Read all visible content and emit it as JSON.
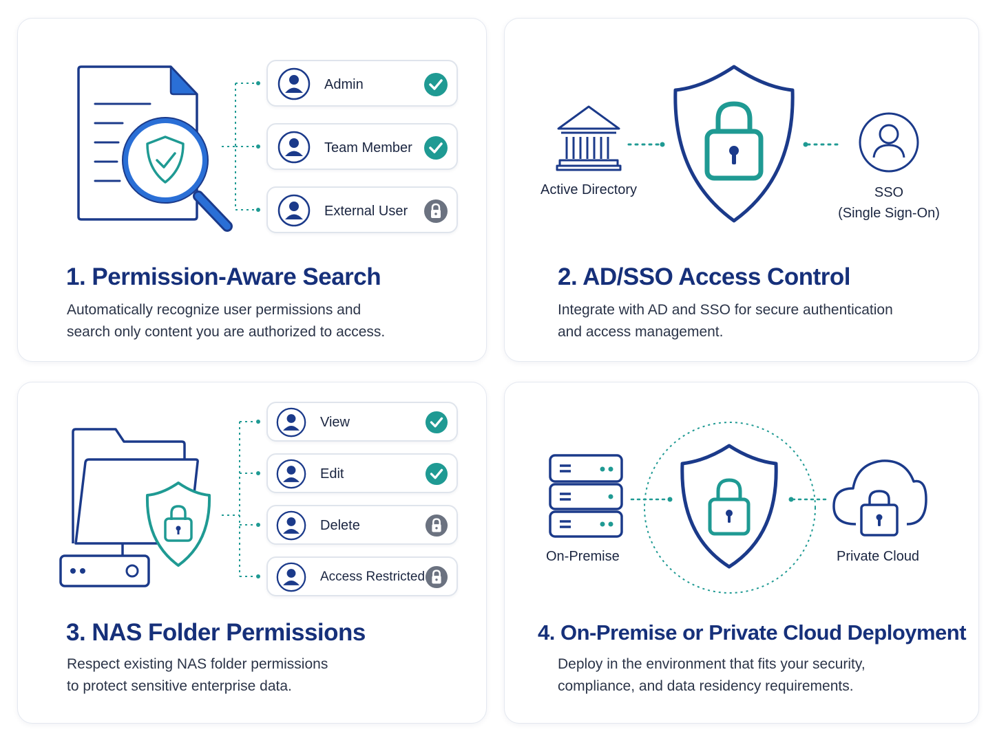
{
  "colors": {
    "navy": "#1b3a8a",
    "teal": "#1f9a93",
    "blue": "#2a6fd6",
    "gray": "#6b7280",
    "title": "#16307a"
  },
  "card1": {
    "title": "1. Permission-Aware Search",
    "desc_line1": "Automatically recognize user permissions and",
    "desc_line2": "search only content you are authorized to access.",
    "roles": [
      {
        "label": "Admin",
        "status_icon": "check-icon"
      },
      {
        "label": "Team Member",
        "status_icon": "check-icon"
      },
      {
        "label": "External User",
        "status_icon": "lock-icon"
      }
    ]
  },
  "card2": {
    "title": "2. AD/SSO Access Control",
    "desc_line1": "Integrate with AD and SSO for secure authentication",
    "desc_line2": "and access management.",
    "left_label": "Active Directory",
    "right_label_line1": "SSO",
    "right_label_line2": "(Single Sign-On)"
  },
  "card3": {
    "title": "3. NAS Folder Permissions",
    "desc_line1": "Respect existing NAS folder permissions",
    "desc_line2": "to protect sensitive enterprise data.",
    "permissions": [
      {
        "label": "View",
        "status_icon": "check-icon"
      },
      {
        "label": "Edit",
        "status_icon": "check-icon"
      },
      {
        "label": "Delete",
        "status_icon": "lock-icon"
      },
      {
        "label": "Access Restricted",
        "status_icon": "lock-icon"
      }
    ]
  },
  "card4": {
    "title": "4. On-Premise or Private Cloud Deployment",
    "desc_line1": "Deploy in the environment that fits your security,",
    "desc_line2": "compliance, and data residency requirements.",
    "left_label": "On-Premise",
    "right_label": "Private Cloud"
  }
}
